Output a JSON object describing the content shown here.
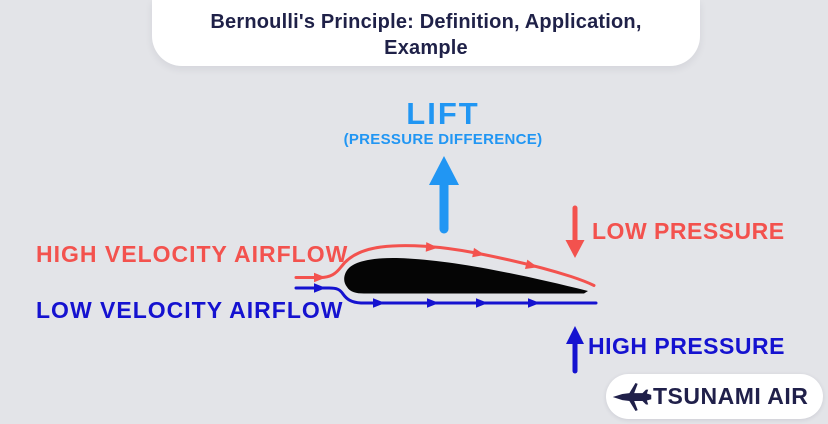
{
  "title": {
    "text": "Bernoulli's Principle: Definition, Application,\nExample"
  },
  "diagram": {
    "lift": {
      "label": "LIFT",
      "sublabel": "(PRESSURE DIFFERENCE)"
    },
    "airflow": {
      "high_velocity_label": "HIGH VELOCITY AIRFLOW",
      "low_velocity_label": "LOW VELOCITY AIRFLOW"
    },
    "pressure": {
      "low_label": "LOW PRESSURE",
      "high_label": "HIGH PRESSURE"
    },
    "shape": "airfoil-cross-section"
  },
  "logo": {
    "brand": "TSUNAMI AIR",
    "icon": "jet-plane-icon"
  },
  "colors": {
    "background": "#E3E4E8",
    "panel": "#FFFFFF",
    "title_text": "#1F2148",
    "lift_blue": "#2196F3",
    "airflow_red": "#F3524E",
    "airflow_blue": "#1512D0",
    "airfoil_black": "#000000",
    "logo_navy": "#20204A"
  }
}
